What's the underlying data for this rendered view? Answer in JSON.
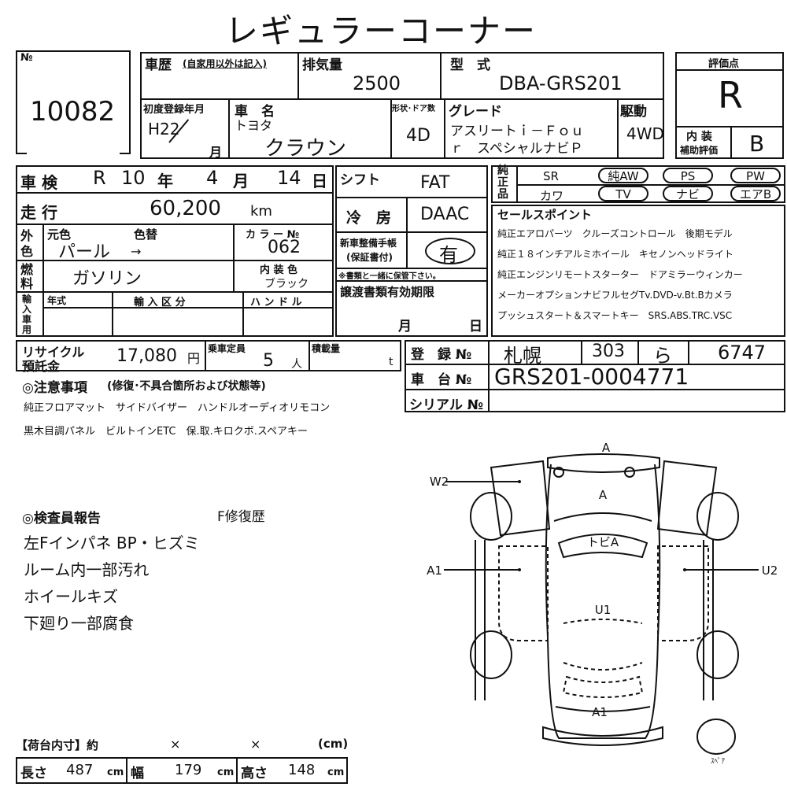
{
  "title": "レギュラーコーナー",
  "lot": {
    "label": "№",
    "value": "10082"
  },
  "history": {
    "label": "車歴",
    "note": "(自家用以外は記入)"
  },
  "displacement": {
    "label": "排気量",
    "value": "2500"
  },
  "model": {
    "label": "型　式",
    "value": "DBA-GRS201"
  },
  "score": {
    "label": "評価点",
    "value": "R",
    "interior_label1": "内 装",
    "interior_label2": "補助評価",
    "interior_value": "B"
  },
  "first_reg": {
    "label": "初度登録年月",
    "era": "H22",
    "month_label": "月"
  },
  "car_name": {
    "label": "車　名",
    "maker": "トヨタ",
    "name": "クラウン"
  },
  "body": {
    "label": "形状･ドア数",
    "value": "4D"
  },
  "grade": {
    "label": "グレード",
    "value_line1": "アスリートｉ－Ｆｏｕ",
    "value_line2": "ｒ　スペシャルナビＰ"
  },
  "drive": {
    "label": "駆動",
    "value": "4WD"
  },
  "inspection": {
    "label": "車 検",
    "era": "R",
    "year": "10",
    "year_label": "年",
    "month": "4",
    "month_label": "月",
    "day": "14",
    "day_label": "日"
  },
  "mileage": {
    "label": "走 行",
    "value": "60,200",
    "unit": "km"
  },
  "shift": {
    "label": "シフト",
    "value": "FAT"
  },
  "aircon": {
    "label": "冷　房",
    "value": "DAAC"
  },
  "genuine": {
    "label": "純正品",
    "opts_row1": [
      "SR",
      "純AW",
      "PS",
      "PW"
    ],
    "opts_row2": [
      "カワ",
      "TV",
      "ナビ",
      "エアB"
    ]
  },
  "exterior": {
    "label": "外色",
    "orig_label": "元色",
    "change_label": "色替",
    "value": "パール",
    "arrow": "→",
    "color_no_label": "カ ラ ー №",
    "color_no": "062"
  },
  "fuel": {
    "label": "燃料",
    "value": "ガソリン",
    "interior_color_label": "内 装 色",
    "interior_color": "ブラック"
  },
  "new_car_warranty": {
    "label1": "新車整備手帳",
    "label2": "(保証書付)",
    "value": "有",
    "note": "※書類と一緒に保管下さい。"
  },
  "selling_points": {
    "label": "セールスポイント",
    "lines": [
      "純正エアロパーツ　クルーズコントロール　後期モデル",
      "純正１８インチアルミホイール　キセノンヘッドライト",
      "純正エンジンリモートスターター　ドアミラーウィンカー",
      "メーカーオプションナビフルセグTv.DVD-v.Bt.Bカメラ",
      "プッシュスタート＆スマートキー　SRS.ABS.TRC.VSC"
    ]
  },
  "import": {
    "label": "輸入車用",
    "year_label": "年式",
    "category_label": "輸 入 区 分",
    "handle_label": "ハ ン ド ル"
  },
  "transfer_docs": {
    "label": "譲渡書類有効期限",
    "month_label": "月",
    "day_label": "日"
  },
  "recycle": {
    "label1": "リサイクル",
    "label2": "預託金",
    "value": "17,080",
    "unit": "円"
  },
  "capacity": {
    "label": "乗車定員",
    "value": "5",
    "unit": "人"
  },
  "load": {
    "label": "積載量",
    "unit": "t"
  },
  "registration": {
    "label": "登　録 №",
    "region": "札幌",
    "class": "303",
    "kana": "ら",
    "number": "6747"
  },
  "chassis": {
    "label": "車　台 №",
    "value": "GRS201-0004771"
  },
  "serial": {
    "label": "シリアル №",
    "value": ""
  },
  "notes": {
    "label": "◎注意事項",
    "sub": "(修復･不具合箇所および状態等)",
    "lines": [
      "純正フロアマット　サイドバイザー　ハンドルオーディオリモコン",
      "黒木目調パネル　ビルトインETC　保.取.キロクボ.スペアキー"
    ]
  },
  "inspector": {
    "label": "◎検査員報告",
    "repair": "F修復歴",
    "lines": [
      "左Fインパネ BP・ヒズミ",
      "ルーム内一部汚れ",
      "ホイールキズ",
      "下廻り一部腐食"
    ]
  },
  "diagram": {
    "labels": {
      "front_bumper": "A",
      "hood": "A",
      "roof": "トビA",
      "floor": "U1",
      "rear": "A1",
      "w2": "W2",
      "a1_left": "A1",
      "u2_right": "U2",
      "spare": "ｽﾍﾟｱ"
    }
  },
  "cargo": {
    "label": "【荷台内寸】約",
    "x1": "×",
    "x2": "×",
    "unit_label": "(cm)",
    "length_label": "長さ",
    "length": "487",
    "width_label": "幅",
    "width": "179",
    "height_label": "高さ",
    "height": "148",
    "cm": "cm"
  }
}
